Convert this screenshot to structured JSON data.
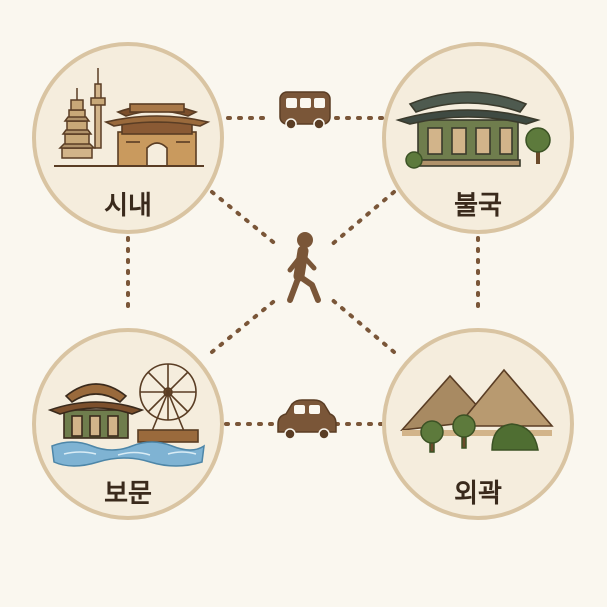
{
  "nodes": {
    "downtown": {
      "label": "시내"
    },
    "bulguk": {
      "label": "불국"
    },
    "bomun": {
      "label": "보문"
    },
    "outskirts": {
      "label": "외곽"
    }
  },
  "connectors": {
    "top": {
      "mode_icon": "bus-icon"
    },
    "bottom": {
      "mode_icon": "car-icon"
    },
    "center": {
      "mode_icon": "walking-person-icon"
    }
  },
  "colors": {
    "background": "#faf7ef",
    "circle_fill": "#f5eddd",
    "circle_stroke": "#d9c4a2",
    "line": "#7a5638",
    "roof_dark": "#4e5a4f",
    "wall_green": "#6f7d4d",
    "wood": "#9a6a3c",
    "stone": "#c8a878",
    "water": "#7fb3d3",
    "tree": "#5d7a3c",
    "mountain": "#a88a62"
  }
}
